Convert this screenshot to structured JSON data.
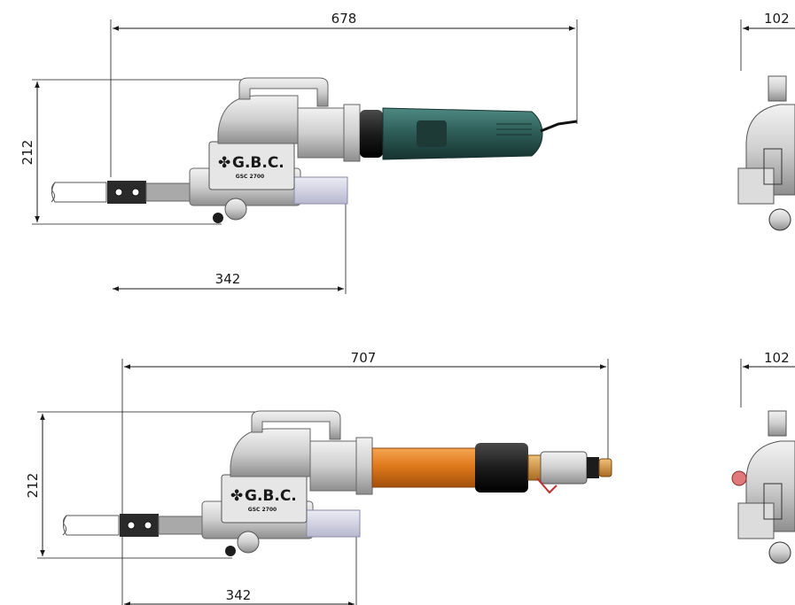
{
  "top_view": {
    "length_dim": "678",
    "height_dim": "212",
    "base_dim": "342",
    "side_width_dim": "102",
    "logo": "G.B.C.",
    "model": "GSC 2700",
    "colors": {
      "motor_body": "#2f5f5a",
      "motor_dark": "#1d3a37",
      "housing": "#c9c9c9"
    }
  },
  "bottom_view": {
    "length_dim": "707",
    "height_dim": "212",
    "base_dim": "342",
    "side_width_dim": "102",
    "logo": "G.B.C.",
    "model": "GSC 2700",
    "colors": {
      "motor_body": "#e07a1c",
      "motor_dark": "#1c1c1c",
      "housing": "#c9c9c9"
    }
  }
}
